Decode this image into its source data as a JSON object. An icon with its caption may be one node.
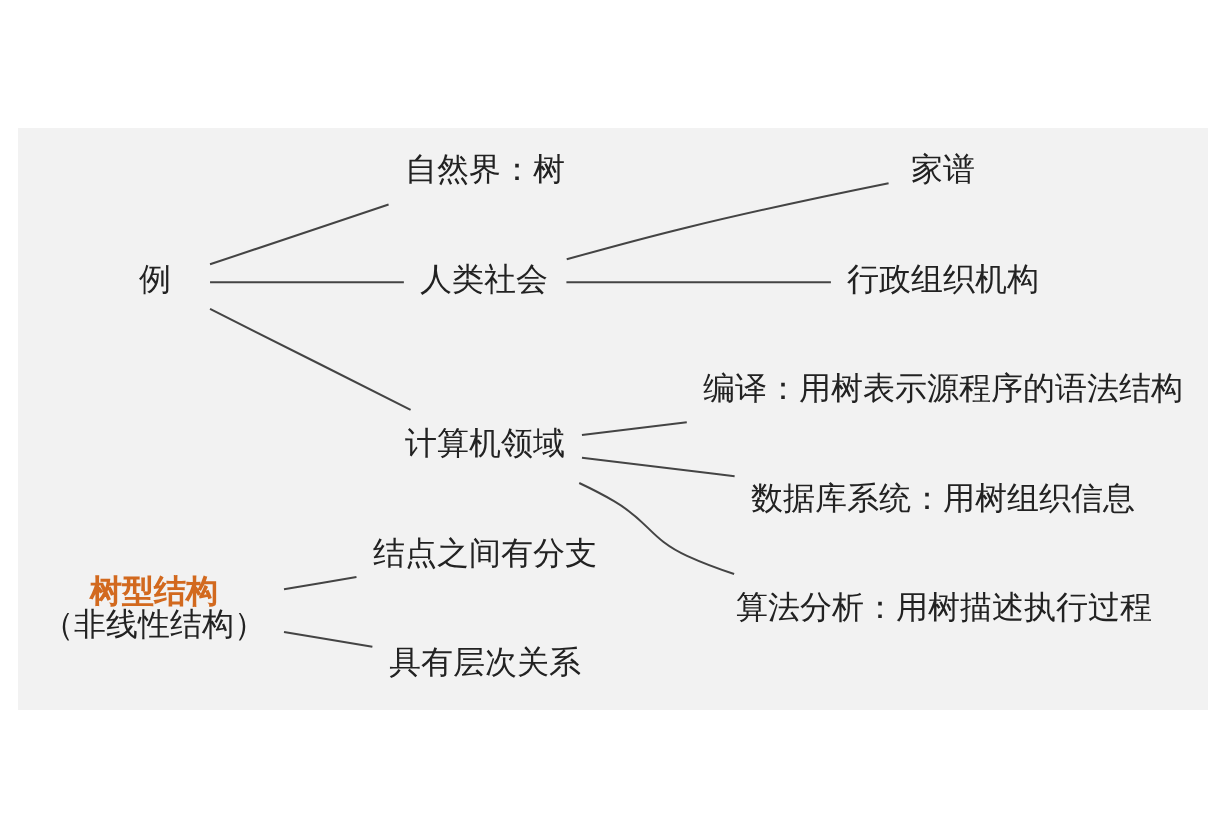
{
  "diagram": {
    "nodes": [
      {
        "text": [
          "树型结构",
          "（非线性结构）"
        ]
      },
      {
        "text": [
          "结点之间有分支"
        ]
      },
      {
        "text": [
          "具有层次关系"
        ]
      },
      {
        "text": [
          "例"
        ]
      },
      {
        "text": [
          "自然界：树"
        ]
      },
      {
        "text": [
          "人类社会"
        ]
      },
      {
        "text": [
          "家谱"
        ]
      },
      {
        "text": [
          "行政组织机构"
        ]
      },
      {
        "text": [
          "计算机领域"
        ]
      },
      {
        "text": [
          "编译：用树表示源程序的语法结构"
        ]
      },
      {
        "text": [
          "数据库系统：用树组织信息"
        ]
      },
      {
        "text": [
          "算法分析：用树描述执行过程"
        ]
      }
    ],
    "edges": [
      {
        "from": 0,
        "to": 1,
        "arrow": "none"
      },
      {
        "from": 0,
        "to": 2,
        "arrow": "none"
      },
      {
        "from": 3,
        "to": 4,
        "arrow": "none"
      },
      {
        "from": 3,
        "to": 5,
        "arrow": "none"
      },
      {
        "from": 3,
        "to": 8,
        "arrow": "none"
      },
      {
        "from": 5,
        "to": 6,
        "arrow": "none"
      },
      {
        "from": 5,
        "to": 7,
        "arrow": "none"
      },
      {
        "from": 8,
        "to": 9,
        "arrow": "none"
      },
      {
        "from": 8,
        "to": 10,
        "arrow": "none"
      },
      {
        "from": 8,
        "to": 11,
        "arrow": "none"
      }
    ]
  }
}
